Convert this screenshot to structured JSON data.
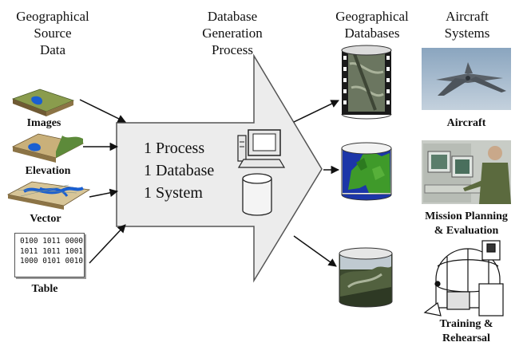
{
  "headers": {
    "source": [
      "Geographical",
      "Source",
      "Data"
    ],
    "process": [
      "Database",
      "Generation",
      "Process"
    ],
    "databases": [
      "Geographical",
      "Databases"
    ],
    "systems": [
      "Aircraft",
      "Systems"
    ]
  },
  "inputs": {
    "images": "Images",
    "elevation": "Elevation",
    "vector": "Vector",
    "table": "Table",
    "table_rows": [
      "0100 1011 0000",
      "1011 1011 1001",
      "1000 0101 0010"
    ]
  },
  "process_lines": [
    "1 Process",
    "1 Database",
    "1 System"
  ],
  "systems": {
    "aircraft": "Aircraft",
    "mission": [
      "Mission Planning",
      "& Evaluation"
    ],
    "training": [
      "Training &",
      "Rehearsal"
    ]
  },
  "colors": {
    "arrow_fill": "#ececec",
    "arrow_stroke": "#555555",
    "sky": "#9eb3c7",
    "terrain_green": "#5d8a3a",
    "water_blue": "#1a5fd1"
  },
  "icons": [
    "computer-icon",
    "database-cylinder-icon"
  ]
}
